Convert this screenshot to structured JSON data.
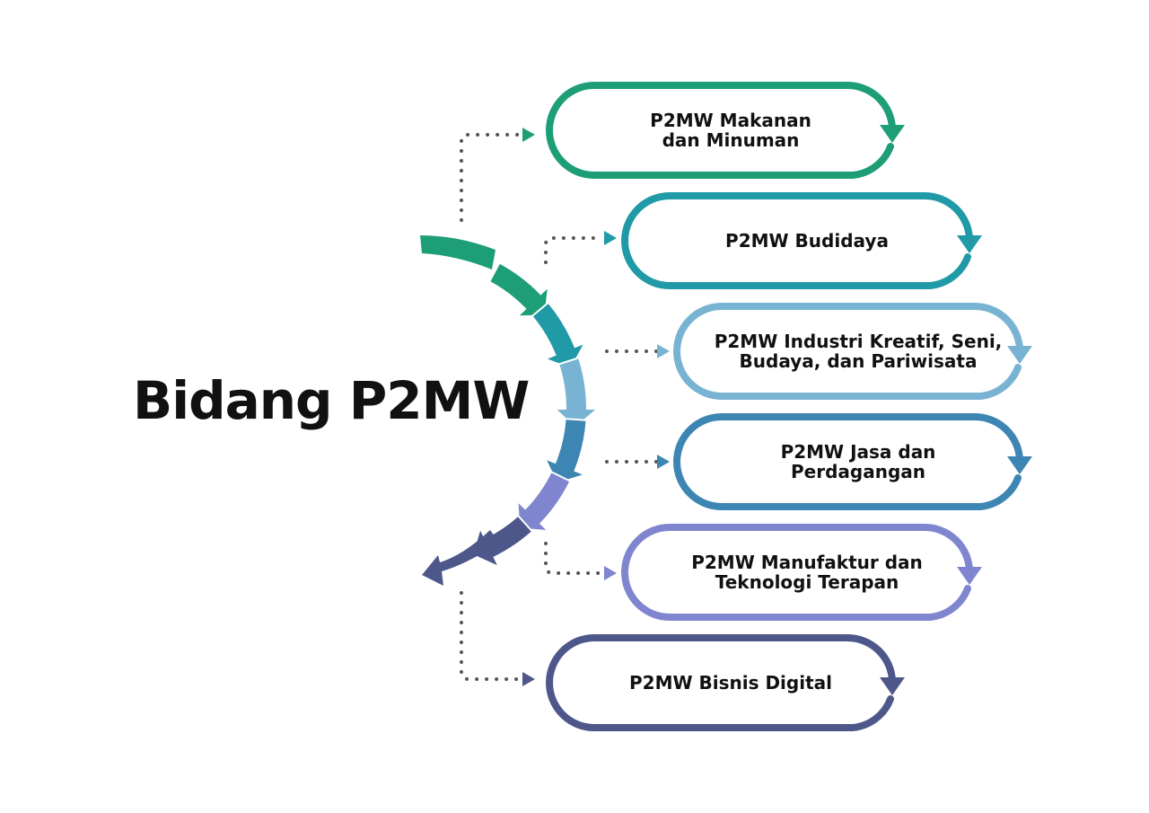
{
  "title": "Bidang P2MW",
  "items": [
    {
      "label": "P2MW Makanan\ndan Minuman",
      "color": "#1d9e77"
    },
    {
      "label": "P2MW Budidaya",
      "color": "#1f9aa6"
    },
    {
      "label": "P2MW Industri Kreatif, Seni,\nBudaya, dan Pariwisata",
      "color": "#79b3d3"
    },
    {
      "label": "P2MW Jasa dan\nPerdagangan",
      "color": "#3d85b3"
    },
    {
      "label": "P2MW Manufaktur dan\nTeknologi Terapan",
      "color": "#7f86cf"
    },
    {
      "label": "P2MW Bisnis Digital",
      "color": "#4d5789"
    }
  ],
  "dot_color": "#555555"
}
